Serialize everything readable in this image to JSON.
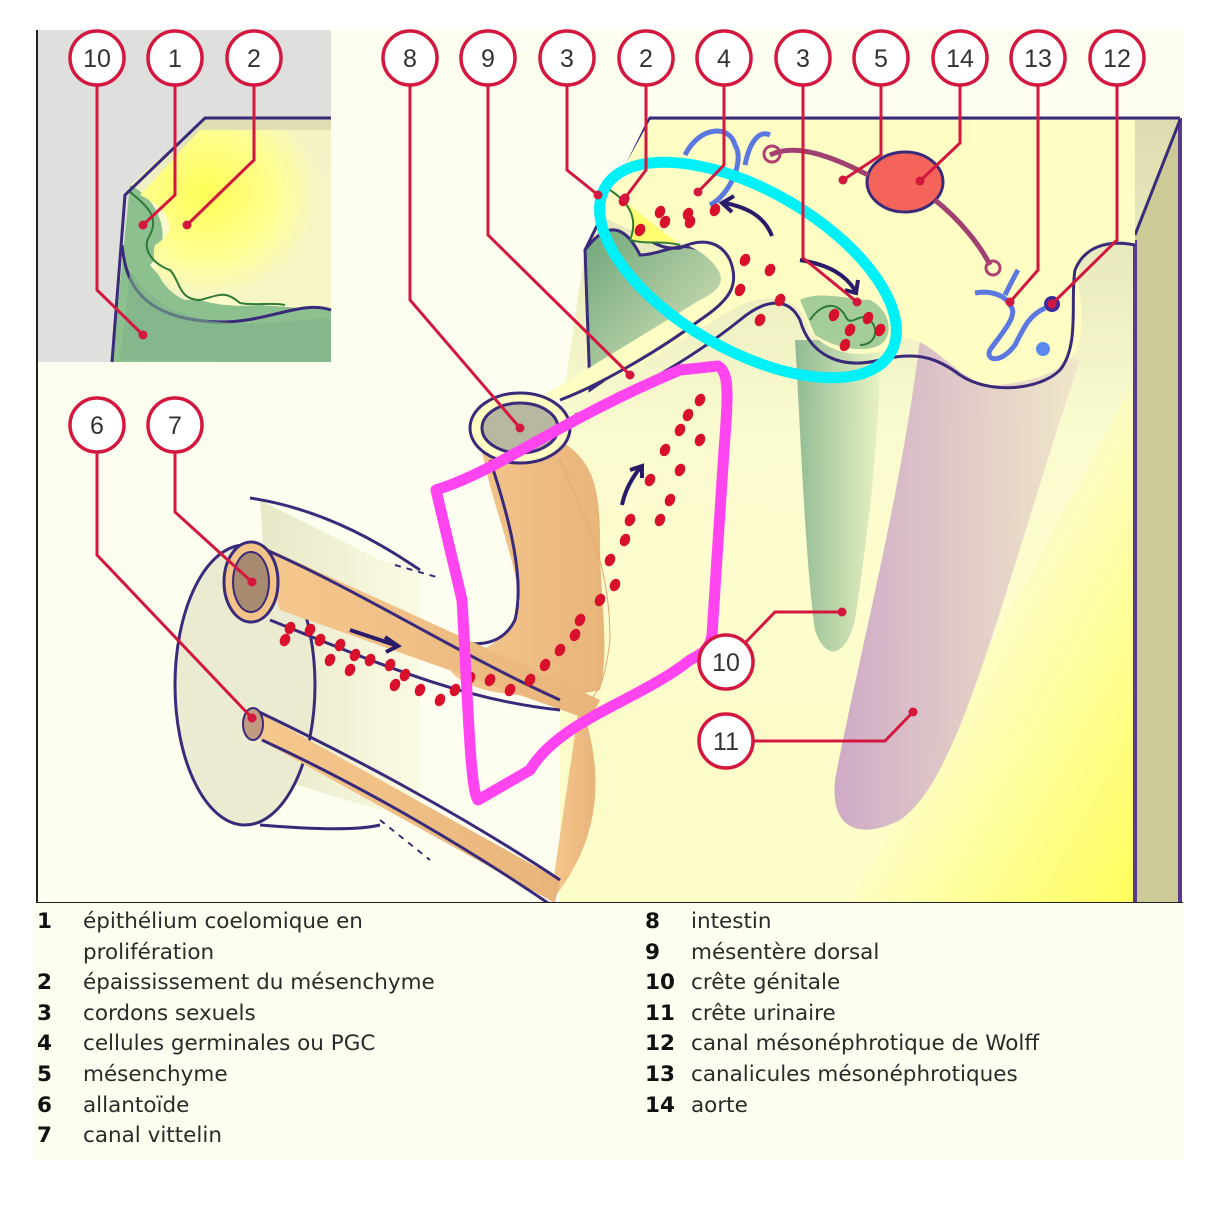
{
  "figure": {
    "title": "Migration des cellules germinales primordiales vers la crête génitale",
    "colors": {
      "callout": "#d4173f",
      "outline": "#3a2a7a",
      "background": "#fdfdf0",
      "inset_background": "#dfe0de",
      "germ_cell": "#d8102c",
      "aorta": "#f5645a",
      "vessel_blue": "#5a78e0",
      "genital_ridge": "#8fbf90",
      "urinary_ridge": "#c8a0c8",
      "gut": "#f2c488",
      "annotation_cyan": "#00f0f8",
      "annotation_magenta": "#ff44f0"
    },
    "callouts": [
      {
        "id": "c10a",
        "label": "10",
        "region": "inset"
      },
      {
        "id": "c1",
        "label": "1",
        "region": "inset"
      },
      {
        "id": "c2a",
        "label": "2",
        "region": "inset"
      },
      {
        "id": "c8",
        "label": "8",
        "region": "main"
      },
      {
        "id": "c9",
        "label": "9",
        "region": "main"
      },
      {
        "id": "c3a",
        "label": "3",
        "region": "main"
      },
      {
        "id": "c2b",
        "label": "2",
        "region": "main"
      },
      {
        "id": "c4",
        "label": "4",
        "region": "main"
      },
      {
        "id": "c3b",
        "label": "3",
        "region": "main"
      },
      {
        "id": "c5",
        "label": "5",
        "region": "main"
      },
      {
        "id": "c14",
        "label": "14",
        "region": "main"
      },
      {
        "id": "c13",
        "label": "13",
        "region": "main"
      },
      {
        "id": "c12",
        "label": "12",
        "region": "main"
      },
      {
        "id": "c6",
        "label": "6",
        "region": "main"
      },
      {
        "id": "c7",
        "label": "7",
        "region": "main"
      },
      {
        "id": "c10b",
        "label": "10",
        "region": "main"
      },
      {
        "id": "c11",
        "label": "11",
        "region": "main"
      }
    ],
    "annotations": [
      {
        "name": "highlight-ellipse",
        "color": "cyan",
        "marks": "cordons sexuels / genital ridge region"
      },
      {
        "name": "highlight-quad",
        "color": "magenta",
        "marks": "migration path along mesentery"
      }
    ]
  },
  "legend": {
    "left": [
      {
        "num": "1",
        "text": "épithélium coelomique en prolifération"
      },
      {
        "num": "2",
        "text": "épaississement du mésenchyme"
      },
      {
        "num": "3",
        "text": "cordons sexuels"
      },
      {
        "num": "4",
        "text": "cellules germinales ou PGC"
      },
      {
        "num": "5",
        "text": "mésenchyme"
      },
      {
        "num": "6",
        "text": "allantoïde"
      },
      {
        "num": "7",
        "text": "canal vittelin"
      }
    ],
    "right": [
      {
        "num": "8",
        "text": "intestin"
      },
      {
        "num": "9",
        "text": "mésentère dorsal"
      },
      {
        "num": "10",
        "text": "crête génitale"
      },
      {
        "num": "11",
        "text": "crête urinaire"
      },
      {
        "num": "12",
        "text": "canal mésonéphrotique de Wolff"
      },
      {
        "num": "13",
        "text": "canalicules mésonéphrotiques"
      },
      {
        "num": "14",
        "text": "aorte"
      }
    ]
  }
}
